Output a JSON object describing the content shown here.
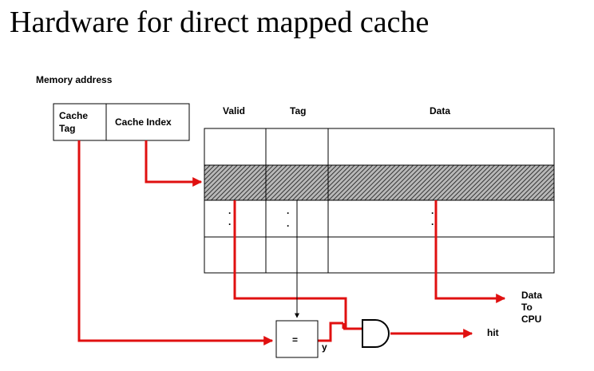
{
  "title": "Hardware for direct mapped cache",
  "memory_address": {
    "label": "Memory address",
    "fields": {
      "cache_tag": [
        "Cache",
        "Tag"
      ],
      "cache_index": "Cache Index"
    }
  },
  "cache_table": {
    "columns": {
      "valid": "Valid",
      "tag": "Tag",
      "data": "Data"
    },
    "ellipsis": ".",
    "selected_row": 2
  },
  "comparator": {
    "symbol": "=",
    "output_label": "y"
  },
  "outputs": {
    "data_to_cpu": [
      "Data",
      "To",
      "CPU"
    ],
    "hit": "hit"
  },
  "colors": {
    "wire_red": "#e01010",
    "line_black": "#000000",
    "hatch": "#444444",
    "text": "#000000"
  }
}
